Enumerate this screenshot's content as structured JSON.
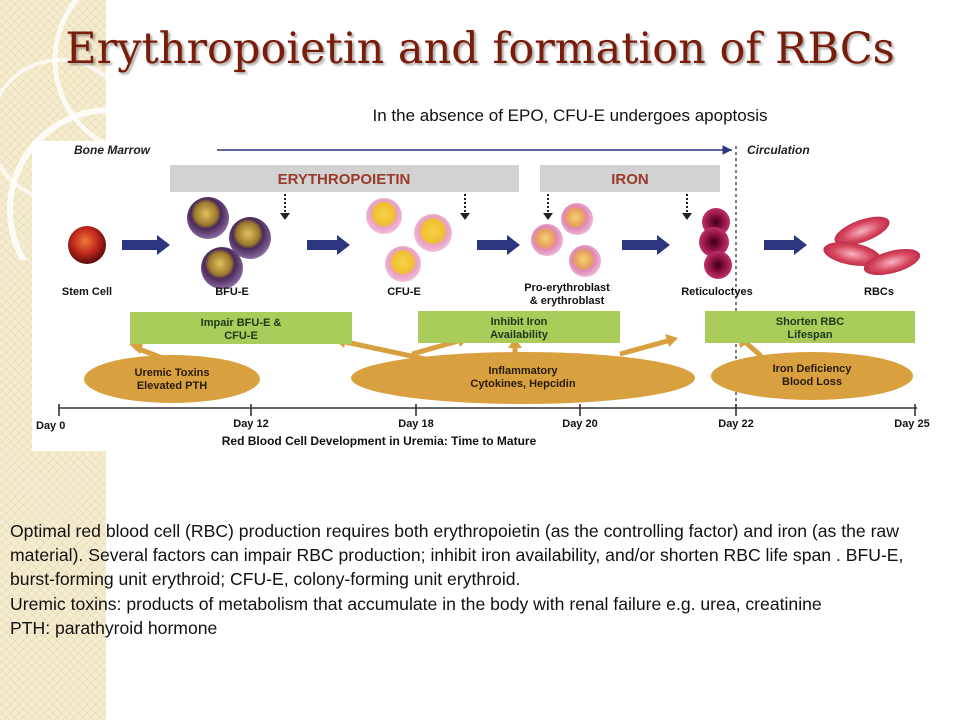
{
  "slide": {
    "title": "Erythropoietin and formation of RBCs",
    "subtitle": "In the absence of EPO, CFU-E undergoes apoptosis"
  },
  "diagram": {
    "bone_marrow": "Bone Marrow",
    "circulation": "Circulation",
    "erythropoietin_bar": "ERYTHROPOIETIN",
    "iron_bar": "IRON",
    "stages": [
      "Stem Cell",
      "BFU-E",
      "CFU-E",
      "Pro-erythroblast",
      "& erythroblast",
      "Reticuloctyes",
      "RBCs"
    ],
    "effects": [
      {
        "line1": "Impair BFU-E &",
        "line2": "CFU-E"
      },
      {
        "line1": "Inhibit Iron",
        "line2": "Availability"
      },
      {
        "line1": "Shorten RBC",
        "line2": "Lifespan"
      }
    ],
    "causes": [
      {
        "line1": "Uremic Toxins",
        "line2": "Elevated PTH"
      },
      {
        "line1": "Inflammatory",
        "line2": "Cytokines, Hepcidin"
      },
      {
        "line1": "Iron Deficiency",
        "line2": "Blood Loss"
      }
    ],
    "timeline": {
      "days": [
        "Day 0",
        "Day 12",
        "Day 18",
        "Day 20",
        "Day 22",
        "Day 25"
      ],
      "title": "Red Blood Cell Development in Uremia: Time to Mature"
    }
  },
  "caption": {
    "paragraph1": "Optimal red blood cell (RBC) production requires both erythropoietin (as the controlling factor) and iron (as the raw material). Several factors can impair RBC production; inhibit iron availability, and/or shorten RBC life span . BFU-E, burst-forming unit erythroid; CFU-E, colony-forming unit erythroid.",
    "paragraph2": "Uremic toxins: products of metabolism that accumulate in the body with renal failure e.g. urea, creatinine",
    "paragraph3": "PTH: parathyroid hormone"
  },
  "colors": {
    "title": "#7a1c0a",
    "arrow_blue": "#2c3580",
    "effect_box": "#a9cc5a",
    "cause_ellipse": "#d9a040",
    "bar_gray": "#d2d2d2",
    "bar_text": "#9a3a2a"
  }
}
